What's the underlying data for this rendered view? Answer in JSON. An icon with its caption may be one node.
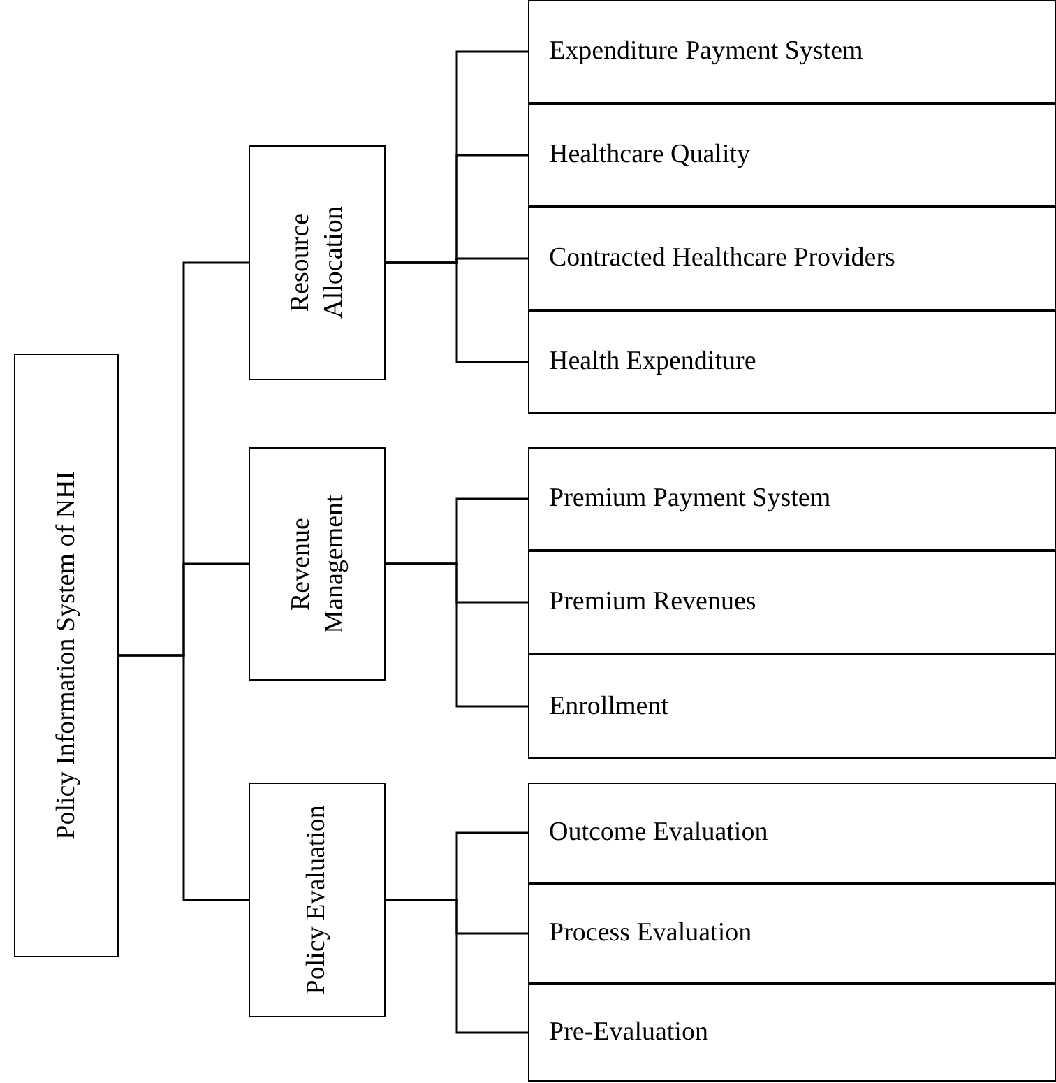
{
  "diagram": {
    "nodes": [
      {
        "text": [
          "Policy Information System of NHI"
        ]
      },
      {
        "text": [
          "Resource Allocation"
        ]
      },
      {
        "text": [
          "Expenditure Payment System"
        ]
      },
      {
        "text": [
          "Healthcare Quality"
        ]
      },
      {
        "text": [
          "Contracted Healthcare Providers"
        ]
      },
      {
        "text": [
          "Health Expenditure"
        ]
      },
      {
        "text": [
          "Revenue Management"
        ]
      },
      {
        "text": [
          "Premium Payment System"
        ]
      },
      {
        "text": [
          "Premium Revenues"
        ]
      },
      {
        "text": [
          "Enrollment"
        ]
      },
      {
        "text": [
          "Policy Evaluation"
        ]
      },
      {
        "text": [
          "Outcome Evaluation"
        ]
      },
      {
        "text": [
          "Process Evaluation"
        ]
      },
      {
        "text": [
          "Pre-Evaluation"
        ]
      }
    ],
    "edges": [
      {
        "from": 0,
        "to": 1,
        "arrow": "none"
      },
      {
        "from": 0,
        "to": 6,
        "arrow": "none"
      },
      {
        "from": 0,
        "to": 10,
        "arrow": "none"
      },
      {
        "from": 1,
        "to": 2,
        "arrow": "none"
      },
      {
        "from": 1,
        "to": 3,
        "arrow": "none"
      },
      {
        "from": 1,
        "to": 4,
        "arrow": "none"
      },
      {
        "from": 1,
        "to": 5,
        "arrow": "none"
      },
      {
        "from": 6,
        "to": 7,
        "arrow": "none"
      },
      {
        "from": 6,
        "to": 8,
        "arrow": "none"
      },
      {
        "from": 6,
        "to": 9,
        "arrow": "none"
      },
      {
        "from": 10,
        "to": 11,
        "arrow": "none"
      },
      {
        "from": 10,
        "to": 12,
        "arrow": "none"
      },
      {
        "from": 10,
        "to": 13,
        "arrow": "none"
      }
    ]
  }
}
